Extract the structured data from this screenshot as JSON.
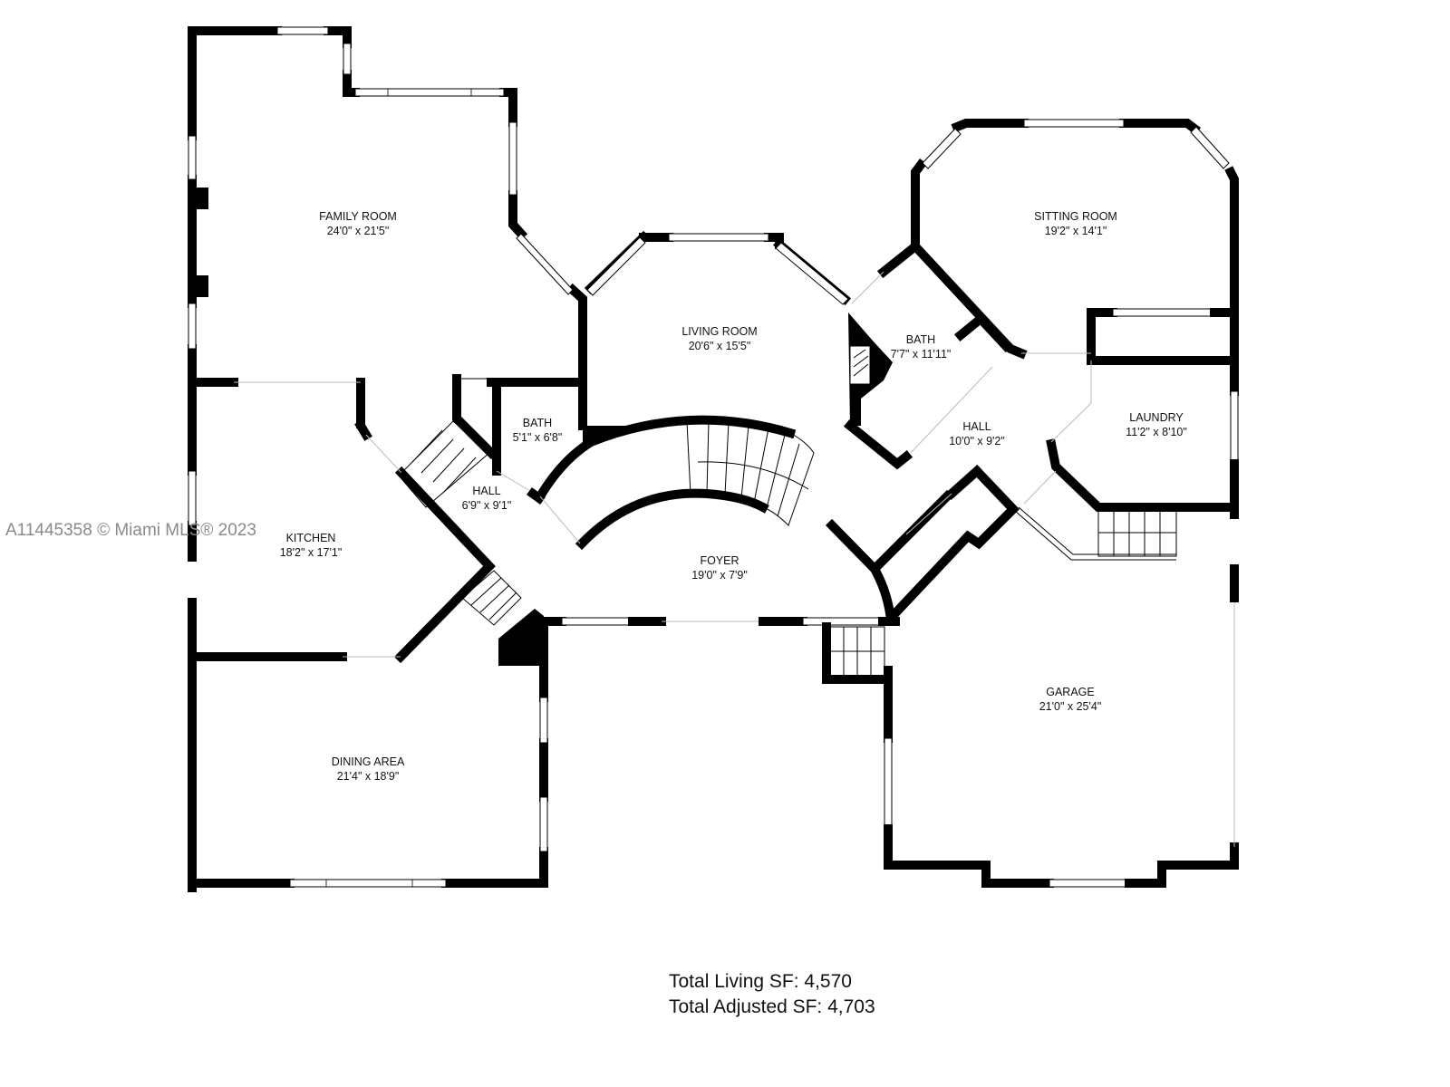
{
  "watermark": "A11445358 © Miami MLS® 2023",
  "rooms": [
    {
      "name": "FAMILY ROOM",
      "dims": "24'0\" x 21'5\""
    },
    {
      "name": "LIVING ROOM",
      "dims": "20'6\" x 15'5\""
    },
    {
      "name": "BATH",
      "dims": "7'7\" x 11'11\""
    },
    {
      "name": "SITTING ROOM",
      "dims": "19'2\" x 14'1\""
    },
    {
      "name": "BATH",
      "dims": "5'1\" x 6'8\""
    },
    {
      "name": "HALL",
      "dims": "10'0\" x 9'2\""
    },
    {
      "name": "LAUNDRY",
      "dims": "11'2\" x 8'10\""
    },
    {
      "name": "HALL",
      "dims": "6'9\" x 9'1\""
    },
    {
      "name": "KITCHEN",
      "dims": "18'2\" x 17'1\""
    },
    {
      "name": "FOYER",
      "dims": "19'0\" x 7'9\""
    },
    {
      "name": "DINING AREA",
      "dims": "21'4\" x 18'9\""
    },
    {
      "name": "GARAGE",
      "dims": "21'0\" x 25'4\""
    }
  ],
  "totals": {
    "living": "Total Living SF: 4,570",
    "adjusted": "Total Adjusted SF: 4,703"
  },
  "colors": {
    "wall": "#000000",
    "background": "#ffffff",
    "watermark": "#8a8a8a"
  }
}
